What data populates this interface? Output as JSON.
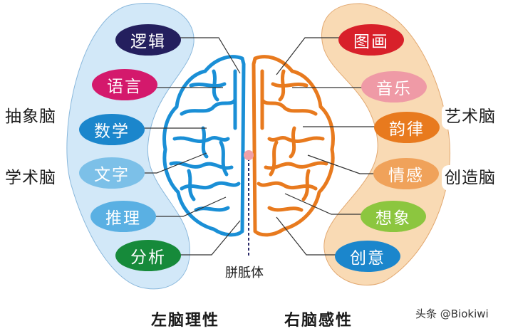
{
  "left_hemisphere": {
    "color": "#1a8fd6",
    "panel_color": "#cfe6f7",
    "caption": "左脑理性",
    "group_labels": [
      "抽象脑",
      "学术脑"
    ],
    "functions": [
      {
        "label": "逻辑",
        "color": "#241f5e"
      },
      {
        "label": "语言",
        "color": "#d4196c"
      },
      {
        "label": "数学",
        "color": "#1b86cc"
      },
      {
        "label": "文字",
        "color": "#7cc0e8"
      },
      {
        "label": "推理",
        "color": "#5ab0e3"
      },
      {
        "label": "分析",
        "color": "#168a3a"
      }
    ]
  },
  "right_hemisphere": {
    "color": "#e87a1e",
    "panel_color": "#f9d9b0",
    "caption": "右脑感性",
    "group_labels": [
      "艺术脑",
      "创造脑"
    ],
    "functions": [
      {
        "label": "图画",
        "color": "#d8202a"
      },
      {
        "label": "音乐",
        "color": "#ef9aa6"
      },
      {
        "label": "韵律",
        "color": "#e87a1e"
      },
      {
        "label": "情感",
        "color": "#f0a25a"
      },
      {
        "label": "想象",
        "color": "#8cc63f"
      },
      {
        "label": "创意",
        "color": "#1b86cc"
      }
    ]
  },
  "corpus_callosum": {
    "label": "胼胝体",
    "marker_color": "#f0a0a8"
  },
  "watermark": "头条 @Biokiwi"
}
